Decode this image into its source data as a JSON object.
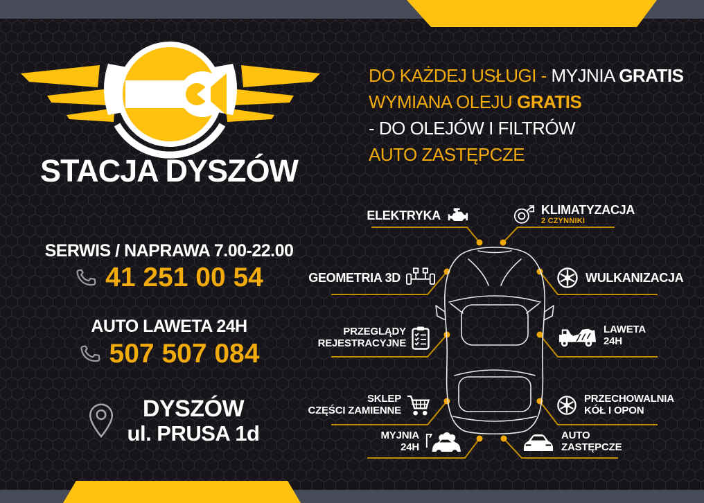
{
  "brand": {
    "name": "STACJA DYSZÓW"
  },
  "offer": {
    "line1": {
      "yellow": "DO KAŻDEJ USŁUGI - ",
      "white": "MYJNIA ",
      "bold_white": "GRATIS"
    },
    "line2": {
      "yellow": "WYMIANA OLEJU ",
      "bold_yellow": "GRATIS"
    },
    "line3": {
      "white": "- DO OLEJÓW I FILTRÓW"
    },
    "line4": {
      "yellow": "AUTO ZASTĘPCZE"
    }
  },
  "contact": {
    "serwis_heading": "SERWIS / NAPRAWA 7.00-22.00",
    "phone1": "41 251 00 54",
    "laweta_heading": "AUTO LAWETA 24H",
    "phone2": "507 507 084",
    "city": "DYSZÓW",
    "street": "ul. PRUSA 1d",
    "phone_icon": "phone-icon",
    "location_icon": "location-pin-icon"
  },
  "services": [
    {
      "line1": "ELEKTRYKA",
      "icon": "engine-icon"
    },
    {
      "line1": "KLIMATYZACJA",
      "line2": "2 CZYNNIKI",
      "icon": "turbo-icon"
    },
    {
      "line1": "GEOMETRIA 3D",
      "icon": "axle-icon"
    },
    {
      "line1": "WULKANIZACJA",
      "icon": "alloy-wheel-icon"
    },
    {
      "line1": "PRZEGLĄDY",
      "line2": "REJESTRACYJNE",
      "icon": "clipboard-icon"
    },
    {
      "line1": "LAWETA",
      "line2": "24H",
      "icon": "tow-truck-icon"
    },
    {
      "line1": "SKLEP",
      "line2": "CZĘŚCI ZAMIENNE",
      "icon": "shopping-cart-icon"
    },
    {
      "line1": "PRZECHOWALNIA",
      "line2": "KÓŁ I OPON",
      "icon": "alloy-wheel-icon"
    },
    {
      "line1": "MYJNIA",
      "line2": "24H",
      "icon": "car-wash-icon"
    },
    {
      "line1": "AUTO",
      "line2": "ZASTĘPCZE",
      "icon": "car-icon"
    }
  ],
  "colors": {
    "logo_yellow": "#FEC10D",
    "text_yellow": "#F2AB0D",
    "connector_gold": "#C38F00",
    "corner_gray": "#474B58",
    "background": "#17151A",
    "white": "#FFFFFF"
  }
}
